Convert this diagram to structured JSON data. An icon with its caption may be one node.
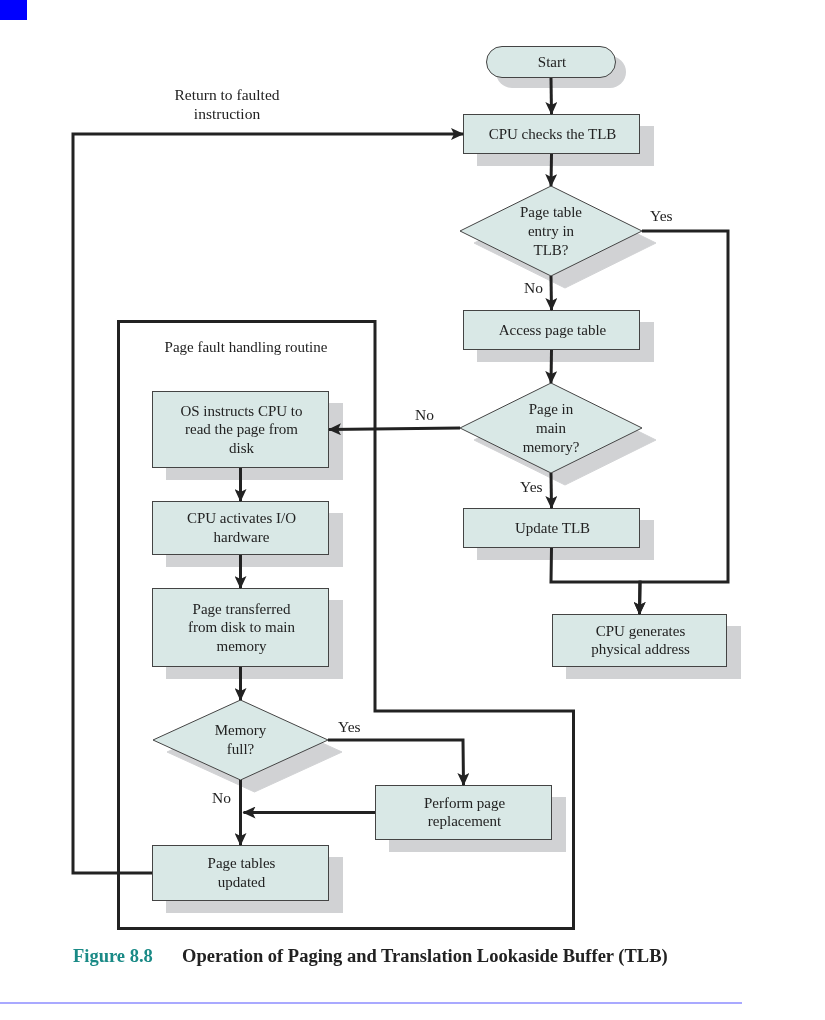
{
  "diagram": {
    "caption": "Operation of Paging and Translation Lookaside Buffer (TLB)",
    "nodes": [
      {
        "text": [
          "Start"
        ]
      },
      {
        "text": [
          "CPU checks the TLB"
        ]
      },
      {
        "text": [
          "Page table entry in TLB?"
        ]
      },
      {
        "text": [
          "Access page table"
        ]
      },
      {
        "text": [
          "Page in main memory?"
        ]
      },
      {
        "text": [
          "Update TLB"
        ]
      },
      {
        "text": [
          "CPU generates physical address"
        ]
      },
      {
        "text": [
          "Page fault handling routine"
        ]
      },
      {
        "text": [
          "OS instructs CPU to read the page from disk"
        ],
        "in": 7
      },
      {
        "text": [
          "CPU activates I/O hardware"
        ],
        "in": 7
      },
      {
        "text": [
          "Page transferred from disk to main memory"
        ],
        "in": 7
      },
      {
        "text": [
          "Memory full?"
        ],
        "in": 7
      },
      {
        "text": [
          "Perform page replacement"
        ],
        "in": 7
      },
      {
        "text": [
          "Page tables updated"
        ],
        "in": 7
      }
    ],
    "edges": [
      {
        "from": 0,
        "to": 1,
        "arrow": "to"
      },
      {
        "from": 1,
        "to": 2,
        "arrow": "to"
      },
      {
        "from": 2,
        "to": 3,
        "arrow": "to",
        "label": "No"
      },
      {
        "from": 2,
        "to": 6,
        "arrow": "to",
        "label": "Yes"
      },
      {
        "from": 3,
        "to": 4,
        "arrow": "to"
      },
      {
        "from": 4,
        "to": 8,
        "arrow": "to",
        "label": "No"
      },
      {
        "from": 4,
        "to": 5,
        "arrow": "to",
        "label": "Yes"
      },
      {
        "from": 5,
        "to": 6,
        "arrow": "to"
      },
      {
        "from": 8,
        "to": 9,
        "arrow": "to"
      },
      {
        "from": 9,
        "to": 10,
        "arrow": "to"
      },
      {
        "from": 10,
        "to": 11,
        "arrow": "to"
      },
      {
        "from": 11,
        "to": 12,
        "arrow": "to",
        "label": "Yes"
      },
      {
        "from": 11,
        "to": 13,
        "arrow": "to",
        "label": "No"
      },
      {
        "from": 12,
        "to": 13,
        "arrow": "to"
      },
      {
        "from": 13,
        "to": 1,
        "arrow": "to",
        "label": "Return to faulted instruction"
      }
    ],
    "labels": [
      "Figure 8.8"
    ]
  }
}
